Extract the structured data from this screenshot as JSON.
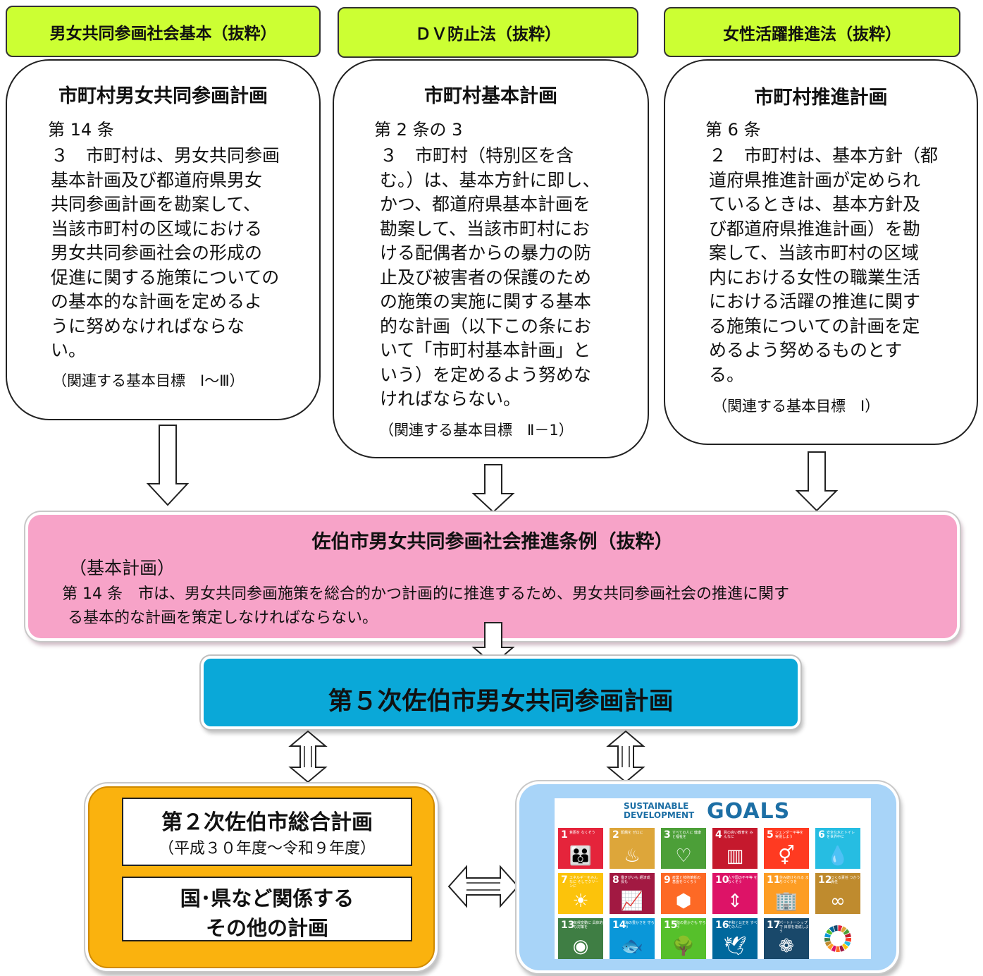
{
  "laws": [
    {
      "tab": "男女共同参画社会基本（抜粋）",
      "plan_title": "市町村男女共同参画計画",
      "article": "第 14 条",
      "body_lines": [
        "３　市町村は、男女共同参画",
        "基本計画及び都道府県男女",
        "共同参画計画を勘案して、",
        "当該市町村の区域における",
        "男女共同参画社会の形成の",
        "促進に関する施策についての",
        "の基本的な計画を定めるよ",
        "うに努めなければならな",
        "い。"
      ],
      "note": "（関連する基本目標　Ⅰ～Ⅲ）"
    },
    {
      "tab": "ＤＶ防止法（抜粋）",
      "plan_title": "市町村基本計画",
      "article": "第 2 条の 3",
      "body_lines": [
        "３　市町村（特別区を含",
        "む。）は、基本方針に即し、",
        "かつ、都道府県基本計画を",
        "勘案して、当該市町村にお",
        "ける配偶者からの暴力の防",
        "止及び被害者の保護のため",
        "の施策の実施に関する基本",
        "的な計画（以下この条にお",
        "いて「市町村基本計画」と",
        "いう）を定めるよう努めな",
        "ければならない。"
      ],
      "note": "（関連する基本目標　Ⅱ－1）"
    },
    {
      "tab": "女性活躍推進法（抜粋）",
      "plan_title": "市町村推進計画",
      "article": "第 6 条",
      "body_lines": [
        "２　市町村は、基本方針（都",
        "道府県推進計画が定められ",
        "ているときは、基本方針及",
        "び都道府県推進計画）を勘",
        "案して、当該市町村の区域",
        "内における女性の職業生活",
        "における活躍の推進に関す",
        "る施策についての計画を定",
        "めるよう努めるものとす",
        "る。"
      ],
      "note": "（関連する基本目標　Ⅰ）"
    }
  ],
  "ordinance": {
    "title": "佐伯市男女共同参画社会推進条例（抜粋）",
    "subtitle": "（基本計画）",
    "line1": "第 14 条　市は、男女共同参画施策を総合的かつ計画的に推進するため、男女共同参画社会の推進に関す",
    "line2": "る基本的な計画を策定しなければならない。"
  },
  "main_plan": {
    "title": "第５次佐伯市男女共同参画計画"
  },
  "related": {
    "comprehensive_title": "第２次佐伯市総合計画",
    "comprehensive_period": "（平成３０年度～令和９年度）",
    "other_line1": "国･県など関係する",
    "other_line2": "その他の計画"
  },
  "sdgs": {
    "logo_line1": "SUSTAINABLE",
    "logo_line2": "DEVELOPMENT",
    "logo_goals": "GOALS",
    "goals": [
      {
        "num": "1",
        "text": "貧困を なくそう",
        "color": "#e5243b",
        "icon": "people-icon",
        "glyph": "👪"
      },
      {
        "num": "2",
        "text": "飢餓を ゼロに",
        "color": "#dda63a",
        "icon": "bowl-icon",
        "glyph": "♨"
      },
      {
        "num": "3",
        "text": "すべての人に 健康と福祉を",
        "color": "#4c9f38",
        "icon": "heartbeat-icon",
        "glyph": "♡"
      },
      {
        "num": "4",
        "text": "質の高い教育を みんなに",
        "color": "#c5192d",
        "icon": "book-icon",
        "glyph": "▥"
      },
      {
        "num": "5",
        "text": "ジェンダー平等を 実現しよう",
        "color": "#ff3a21",
        "icon": "gender-icon",
        "glyph": "⚥"
      },
      {
        "num": "6",
        "text": "安全な水とトイレ を世界中に",
        "color": "#26bde2",
        "icon": "water-drop-icon",
        "glyph": "💧"
      },
      {
        "num": "7",
        "text": "エネルギーをみんなに そしてクリーンに",
        "color": "#fcc30b",
        "icon": "sun-icon",
        "glyph": "☀"
      },
      {
        "num": "8",
        "text": "働きがいも 経済成長も",
        "color": "#a21942",
        "icon": "growth-chart-icon",
        "glyph": "📈"
      },
      {
        "num": "9",
        "text": "産業と技術革新の 基盤をつくろう",
        "color": "#fd6925",
        "icon": "cubes-icon",
        "glyph": "⬢"
      },
      {
        "num": "10",
        "text": "人や国の不平等 をなくそう",
        "color": "#dd1367",
        "icon": "equality-icon",
        "glyph": "⇕"
      },
      {
        "num": "11",
        "text": "住み続けられる まちづくりを",
        "color": "#fd9d24",
        "icon": "buildings-icon",
        "glyph": "🏢"
      },
      {
        "num": "12",
        "text": "つくる責任 つかう責任",
        "color": "#bf8b2e",
        "icon": "infinity-icon",
        "glyph": "∞"
      },
      {
        "num": "13",
        "text": "気候変動に 具体的な対策を",
        "color": "#3f7e44",
        "icon": "eye-globe-icon",
        "glyph": "◉"
      },
      {
        "num": "14",
        "text": "海の豊かさを 守ろう",
        "color": "#0a97d9",
        "icon": "fish-icon",
        "glyph": "🐟"
      },
      {
        "num": "15",
        "text": "陸の豊かさも 守ろう",
        "color": "#56c02b",
        "icon": "tree-icon",
        "glyph": "🌳"
      },
      {
        "num": "16",
        "text": "平和と公正を すべての人に",
        "color": "#00689d",
        "icon": "dove-icon",
        "glyph": "🕊"
      },
      {
        "num": "17",
        "text": "パートナーシップで 目標を達成しよう",
        "color": "#19486a",
        "icon": "flower-rings-icon",
        "glyph": "❁"
      }
    ],
    "wheel_colors": [
      "#e5243b",
      "#dda63a",
      "#4c9f38",
      "#c5192d",
      "#ff3a21",
      "#26bde2",
      "#fcc30b",
      "#a21942",
      "#fd6925",
      "#dd1367",
      "#fd9d24",
      "#bf8b2e",
      "#3f7e44",
      "#0a97d9",
      "#56c02b",
      "#00689d",
      "#19486a"
    ]
  }
}
